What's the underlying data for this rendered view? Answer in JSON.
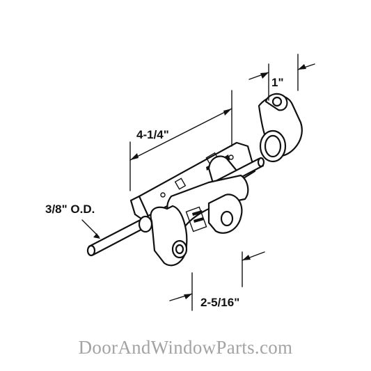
{
  "diagram": {
    "dimensions": {
      "width_1": "1\"",
      "length": "4-1/4\"",
      "diameter": "3/8\" O.D.",
      "depth": "2-5/16\""
    },
    "watermark": "DoorAndWindowParts.com",
    "colors": {
      "ink": "#111111",
      "watermark": "#a3a3a3",
      "background": "#ffffff"
    }
  }
}
